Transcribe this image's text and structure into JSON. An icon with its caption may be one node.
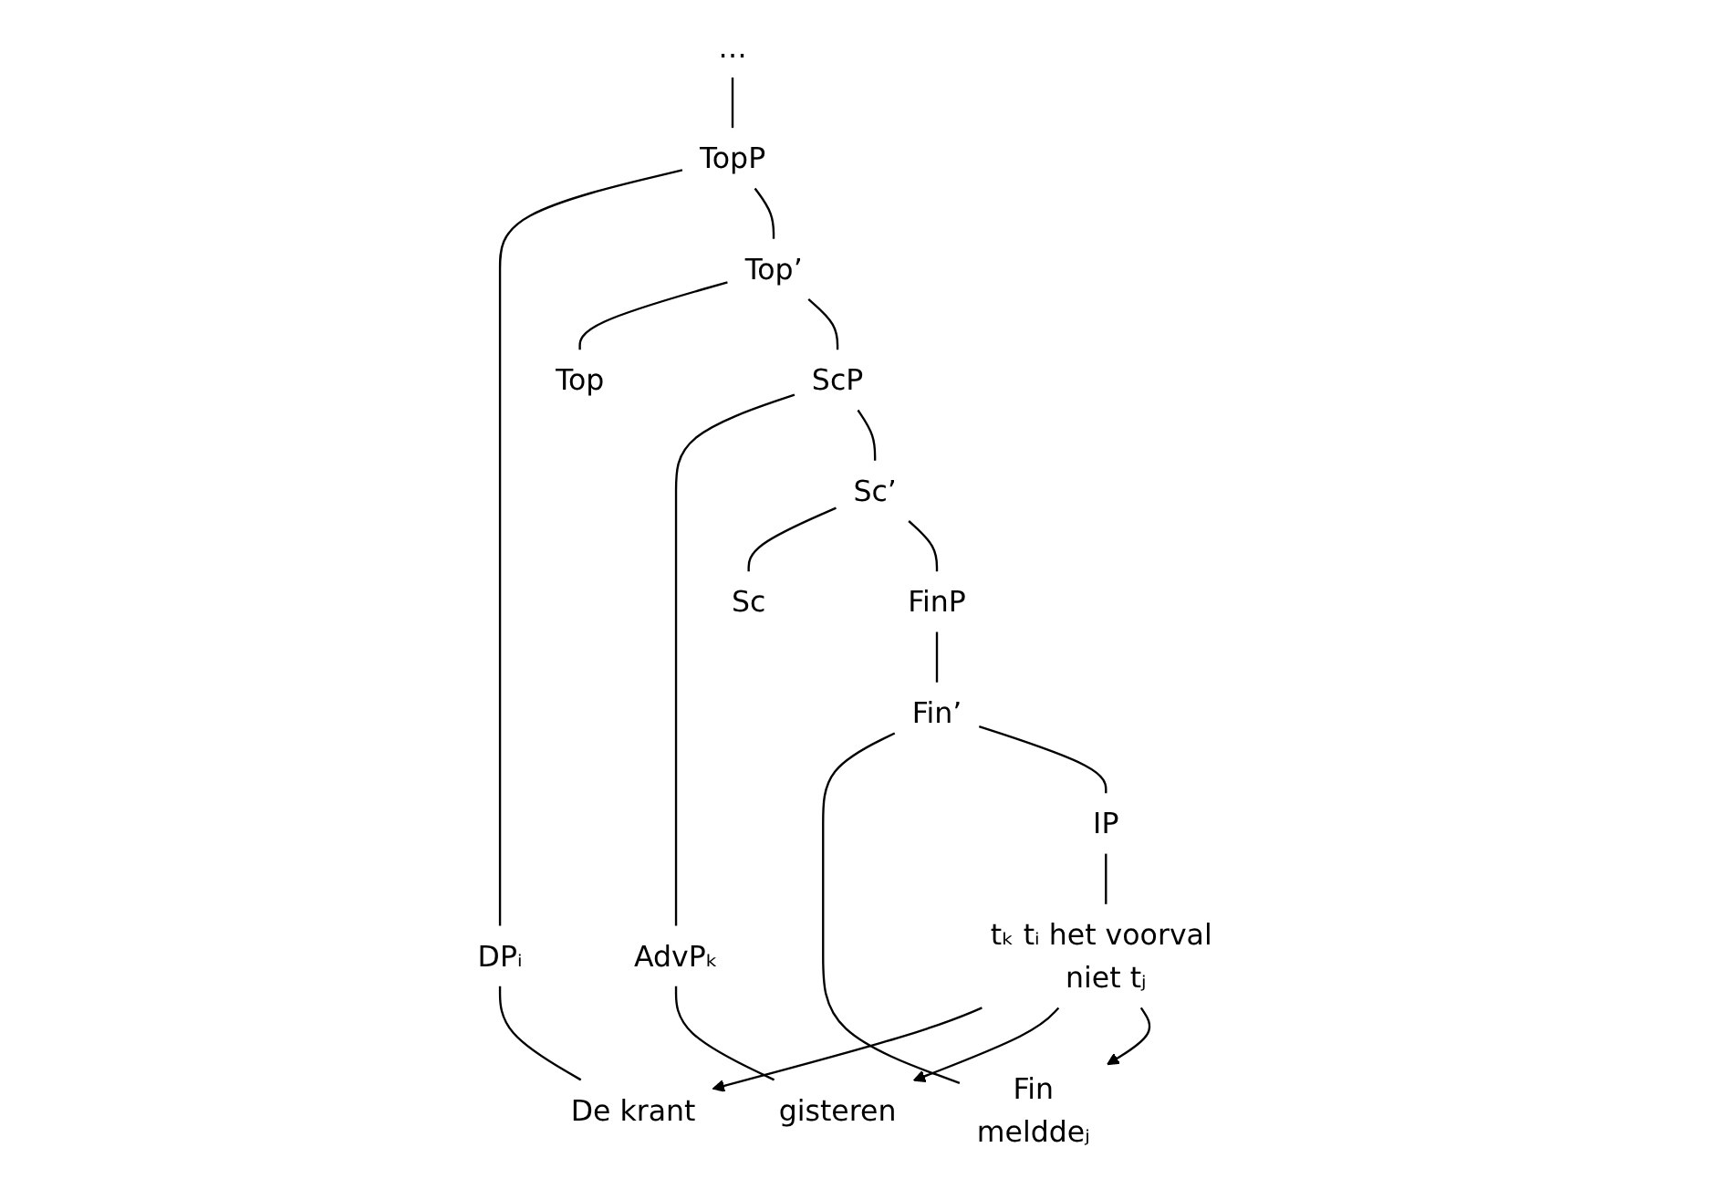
{
  "diagram": {
    "nodes": [
      {
        "text": [
          "…"
        ]
      },
      {
        "text": [
          "TopP"
        ]
      },
      {
        "text": [
          "DPᵢ"
        ]
      },
      {
        "text": [
          "Top’"
        ]
      },
      {
        "text": [
          "De krant"
        ]
      },
      {
        "text": [
          "Top"
        ]
      },
      {
        "text": [
          "ScP"
        ]
      },
      {
        "text": [
          "AdvPₖ"
        ]
      },
      {
        "text": [
          "Sc’"
        ]
      },
      {
        "text": [
          "gisteren"
        ]
      },
      {
        "text": [
          "Sc"
        ]
      },
      {
        "text": [
          "FinP"
        ]
      },
      {
        "text": [
          "Fin’"
        ]
      },
      {
        "text": [
          "Fin",
          "melddeⱼ"
        ]
      },
      {
        "text": [
          "IP"
        ]
      },
      {
        "text": [
          "tₖ tᵢ het voorval niet tⱼ"
        ]
      }
    ],
    "edges": [
      {
        "from": 0,
        "to": 1,
        "arrow": "none"
      },
      {
        "from": 1,
        "to": 2,
        "arrow": "none"
      },
      {
        "from": 1,
        "to": 3,
        "arrow": "none"
      },
      {
        "from": 2,
        "to": 4,
        "arrow": "none"
      },
      {
        "from": 3,
        "to": 5,
        "arrow": "none"
      },
      {
        "from": 3,
        "to": 6,
        "arrow": "none"
      },
      {
        "from": 6,
        "to": 7,
        "arrow": "none"
      },
      {
        "from": 6,
        "to": 8,
        "arrow": "none"
      },
      {
        "from": 7,
        "to": 9,
        "arrow": "none"
      },
      {
        "from": 8,
        "to": 10,
        "arrow": "none"
      },
      {
        "from": 8,
        "to": 11,
        "arrow": "none"
      },
      {
        "from": 11,
        "to": 12,
        "arrow": "none"
      },
      {
        "from": 12,
        "to": 13,
        "arrow": "none"
      },
      {
        "from": 12,
        "to": 14,
        "arrow": "none"
      },
      {
        "from": 14,
        "to": 15,
        "arrow": "none"
      },
      {
        "from": 15,
        "to": 4,
        "arrow": "to"
      },
      {
        "from": 15,
        "to": 9,
        "arrow": "to"
      },
      {
        "from": 15,
        "to": 13,
        "arrow": "to"
      }
    ]
  }
}
